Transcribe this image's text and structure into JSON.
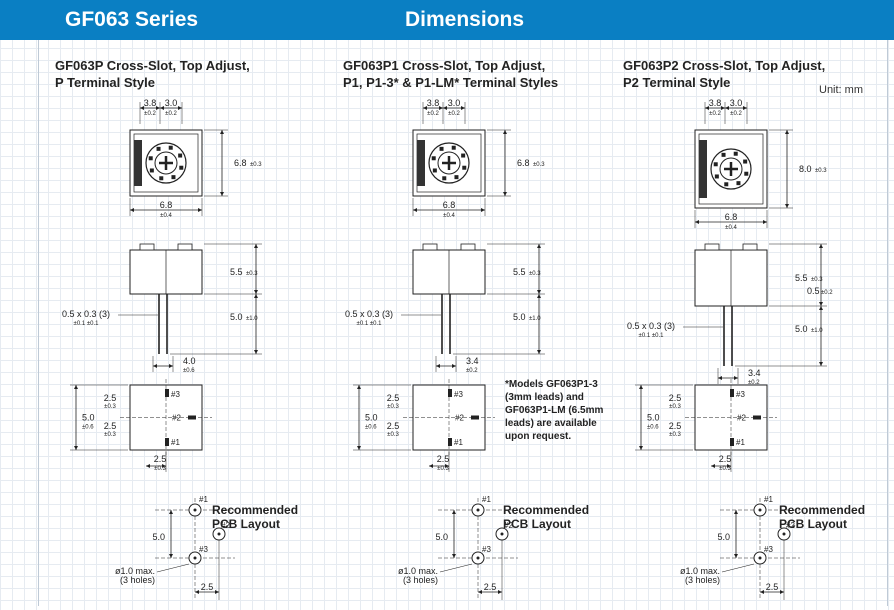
{
  "header": {
    "series": "GF063 Series",
    "section": "Dimensions"
  },
  "unit": "Unit: mm",
  "columns": [
    {
      "title_line1": "GF063P Cross-Slot, Top Adjust,",
      "title_line2": "P Terminal Style",
      "dims": {
        "top_w1": "3.8",
        "top_w1_tol": "±0.2",
        "top_w2": "3.0",
        "top_w2_tol": "±0.2",
        "height": "6.8",
        "height_tol": "±0.3",
        "width": "6.8",
        "width_tol": "±0.4",
        "body_h": "5.5",
        "body_h_tol": "±0.3",
        "lead_size": "0.5 x 0.3 (3)",
        "lead_size_tol": "±0.1    ±0.1",
        "lead_h": "5.0",
        "lead_h_tol": "±1.0",
        "pitch_w": "4.0",
        "pitch_w_tol": "±0.6",
        "side_h": "5.0",
        "side_h_tol": "±0.6",
        "p1": "2.5",
        "p1_tol": "±0.3",
        "p2": "2.5",
        "p2_tol": "±0.3",
        "bottom_w": "2.5",
        "bottom_w_tol": "±0.3",
        "pin3": "#3",
        "pin2": "#2",
        "pin1": "#1"
      },
      "pcb": {
        "title": "Recommended",
        "title2": "PCB Layout",
        "dim_v": "5.0",
        "dim_h": "2.5",
        "hole": "ø1.0 max.",
        "hole2": "(3 holes)",
        "pin1": "#1",
        "pin2": "#2",
        "pin3": "#3"
      }
    },
    {
      "title_line1": "GF063P1 Cross-Slot, Top Adjust,",
      "title_line2": "P1, P1-3* & P1-LM* Terminal Styles",
      "dims": {
        "top_w1": "3.8",
        "top_w1_tol": "±0.2",
        "top_w2": "3.0",
        "top_w2_tol": "±0.2",
        "height": "6.8",
        "height_tol": "±0.3",
        "width": "6.8",
        "width_tol": "±0.4",
        "body_h": "5.5",
        "body_h_tol": "±0.3",
        "lead_size": "0.5 x 0.3 (3)",
        "lead_size_tol": "±0.1    ±0.1",
        "lead_h": "5.0",
        "lead_h_tol": "±1.0",
        "pitch_w": "3.4",
        "pitch_w_tol": "±0.2",
        "side_h": "5.0",
        "side_h_tol": "±0.6",
        "p1": "2.5",
        "p1_tol": "±0.3",
        "p2": "2.5",
        "p2_tol": "±0.3",
        "bottom_w": "2.5",
        "bottom_w_tol": "±0.3",
        "pin3": "#3",
        "pin2": "#2",
        "pin1": "#1"
      },
      "note": "*Models GF063P1-3 (3mm leads) and GF063P1-LM (6.5mm leads) are available upon request.",
      "pcb": {
        "title": "Recommended",
        "title2": "PCB Layout",
        "dim_v": "5.0",
        "dim_h": "2.5",
        "hole": "ø1.0 max.",
        "hole2": "(3 holes)",
        "pin1": "#1",
        "pin2": "#2",
        "pin3": "#3"
      }
    },
    {
      "title_line1": "GF063P2 Cross-Slot, Top Adjust,",
      "title_line2": "P2 Terminal Style",
      "dims": {
        "top_w1": "3.8",
        "top_w1_tol": "±0.2",
        "top_w2": "3.0",
        "top_w2_tol": "±0.2",
        "height": "8.0",
        "height_tol": "±0.3",
        "width": "6.8",
        "width_tol": "±0.4",
        "body_h": "5.5",
        "body_h_tol": "±0.3",
        "step": "0.5",
        "step_tol": "±0.2",
        "lead_size": "0.5 x 0.3 (3)",
        "lead_size_tol": "±0.1    ±0.1",
        "lead_h": "5.0",
        "lead_h_tol": "±1.0",
        "pitch_w": "3.4",
        "pitch_w_tol": "±0.2",
        "side_h": "5.0",
        "side_h_tol": "±0.6",
        "p1": "2.5",
        "p1_tol": "±0.3",
        "p2": "2.5",
        "p2_tol": "±0.3",
        "bottom_w": "2.5",
        "bottom_w_tol": "±0.3",
        "pin3": "#3",
        "pin2": "#2",
        "pin1": "#1"
      },
      "pcb": {
        "title": "Recommended",
        "title2": "PCB Layout",
        "dim_v": "5.0",
        "dim_h": "2.5",
        "hole": "ø1.0 max.",
        "hole2": "(3 holes)",
        "pin1": "#1",
        "pin2": "#2",
        "pin3": "#3"
      }
    }
  ],
  "colors": {
    "header_bg": "#0a7fc3",
    "grid": "#e6ebf1",
    "ink": "#222222"
  }
}
